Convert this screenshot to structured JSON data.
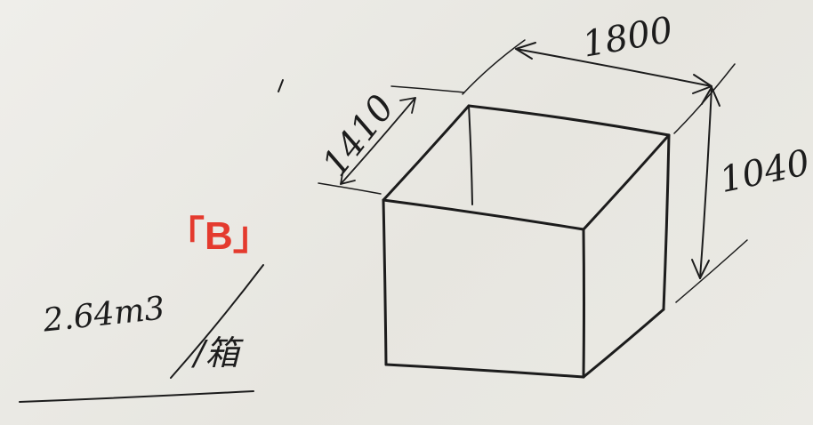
{
  "sketch": {
    "box_label": "「B」",
    "dimensions": {
      "length": "1800",
      "width": "1410",
      "height": "1040"
    },
    "volume_note": {
      "value": "2.64m3",
      "unit_suffix": "/箱"
    },
    "colors": {
      "ink": "#1c1c1c",
      "label": "#e43a2e",
      "paper": "#ebeae5"
    }
  }
}
